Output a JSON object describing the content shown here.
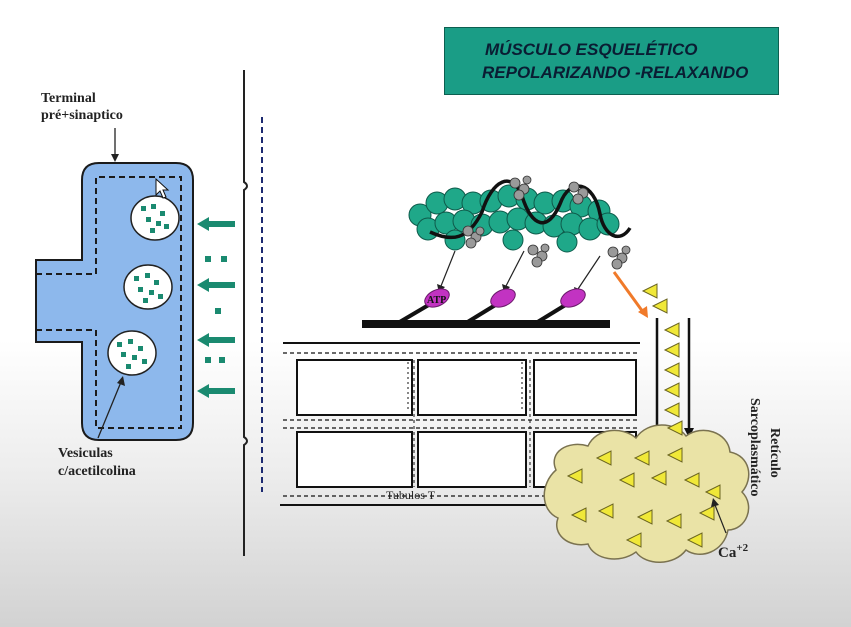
{
  "title": {
    "line1": "MÚSCULO ESQUELÉTICO",
    "line2": "REPOLARIZANDO -RELAXANDO"
  },
  "labels": {
    "terminal_line1": "Terminal",
    "terminal_line2": "pré+sinaptico",
    "vesicles_line1": "Vesiculas",
    "vesicles_line2": "c/acetilcolina",
    "atp": "ATP",
    "t_tubules": "Tubulos T",
    "reticulum_line1": "Retículo",
    "reticulum_line2": "Sarcoplasmático",
    "calcium": "Ca",
    "calcium_charge": "+2"
  },
  "colors": {
    "title_bg": "#1a9d86",
    "terminal_fill": "#8db8ec",
    "actin_bead": "#1fa889",
    "myosin_head": "#c233c2",
    "arrow_teal": "#1a8a70",
    "calcium_triangle": "#f0e838",
    "reticulum_fill": "#eae3a6",
    "release_arrow": "#f07a2a"
  },
  "icons": {
    "arrows_toward_terminal": "left-arrow-icon",
    "mouse_cursor": "cursor-arrow-icon"
  }
}
